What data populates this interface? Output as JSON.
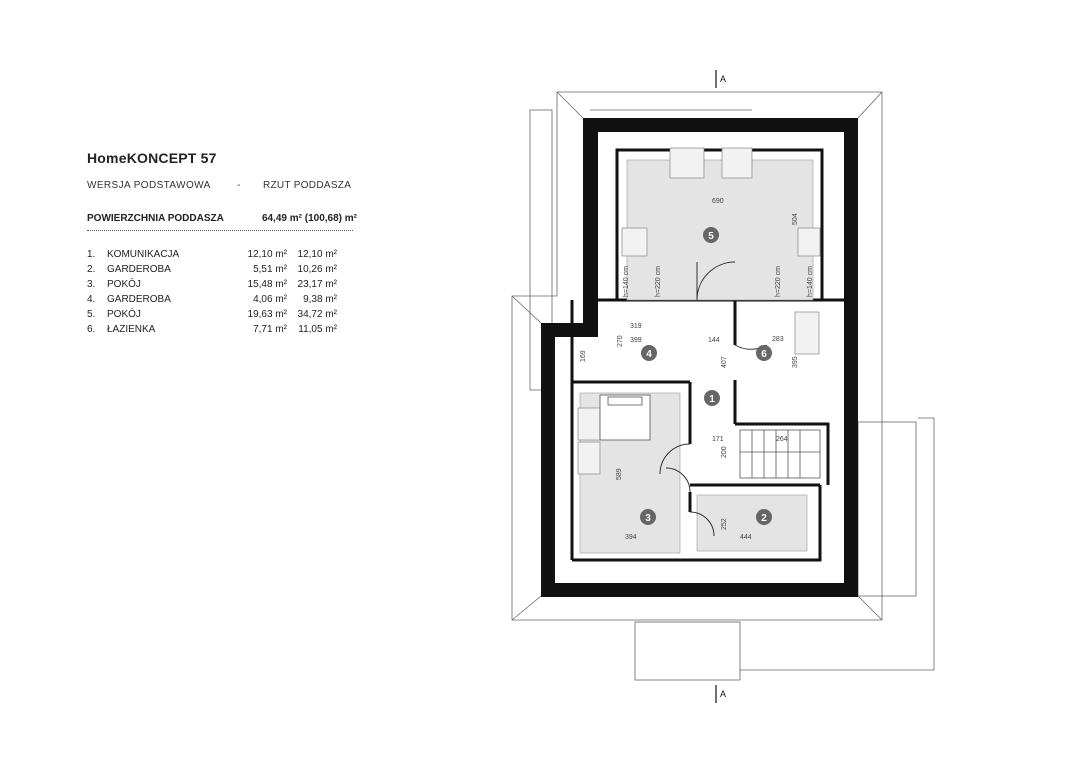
{
  "header": {
    "title": "HomeKONCEPT 57",
    "version": "WERSJA  PODSTAWOWA",
    "separator": "-",
    "view": "RZUT PODDASZA"
  },
  "summary": {
    "label": "POWIERZCHNIA PODDASZA",
    "value": "64,49 m² (100,68) m²"
  },
  "rooms": [
    {
      "num": "1.",
      "name": "KOMUNIKACJA",
      "a": "12,10 m²",
      "b": "12,10 m²"
    },
    {
      "num": "2.",
      "name": "GARDEROBA",
      "a": "5,51 m²",
      "b": "10,26 m²"
    },
    {
      "num": "3.",
      "name": "POKÓJ",
      "a": "15,48 m²",
      "b": "23,17 m²"
    },
    {
      "num": "4.",
      "name": "GARDEROBA",
      "a": "4,06 m²",
      "b": "9,38 m²"
    },
    {
      "num": "5.",
      "name": "POKÓJ",
      "a": "19,63 m²",
      "b": "34,72 m²"
    },
    {
      "num": "6.",
      "name": "ŁAZIENKA",
      "a": "7,71 m²",
      "b": "11,05 m²"
    }
  ],
  "plan": {
    "section_marks": [
      "A",
      "A"
    ],
    "room_badges": [
      "1",
      "2",
      "3",
      "4",
      "5",
      "6"
    ],
    "dimensions": {
      "d690": "690",
      "d504": "504",
      "d319": "319",
      "d399": "399",
      "d144": "144",
      "d270": "270",
      "d169": "169",
      "d407": "407",
      "d283": "283",
      "d395": "395",
      "d171": "171",
      "d264": "264",
      "d200": "200",
      "d589": "589",
      "d394": "394",
      "d444": "444",
      "d252": "252"
    },
    "heights": {
      "h140a": "h=140 cm",
      "h220a": "h=220 cm",
      "h220b": "h=220 cm",
      "h140b": "h=140 cm"
    }
  }
}
